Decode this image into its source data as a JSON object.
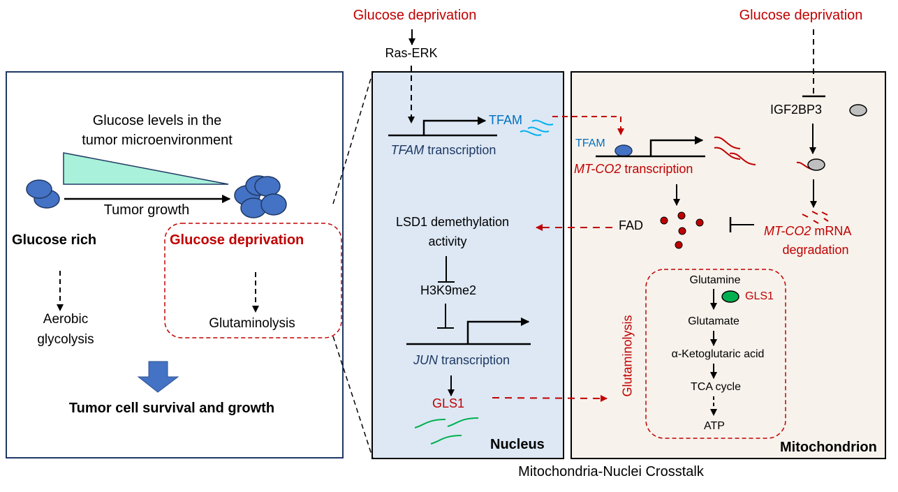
{
  "figure_caption": "Mitochondria-Nuclei Crosstalk",
  "left_panel": {
    "gradient_label_line1": "Glucose levels in the",
    "gradient_label_line2": "tumor microenvironment",
    "arrow_label": "Tumor growth",
    "glucose_rich": {
      "title": "Glucose rich",
      "outcome_line1": "Aerobic",
      "outcome_line2": "glycolysis"
    },
    "glucose_deprivation": {
      "title": "Glucose deprivation",
      "outcome": "Glutaminolysis"
    },
    "conclusion": "Tumor cell survival and growth"
  },
  "nucleus_panel": {
    "label": "Nucleus",
    "upstream_signal": "Glucose deprivation",
    "kinase": "Ras-ERK",
    "tfam_gene_italic": "TFAM",
    "tfam_gene_suffix": " transcription",
    "tfam_product": "TFAM",
    "lsd1_line1": "LSD1 demethylation",
    "lsd1_line2": "activity",
    "histone_mark": "H3K9me2",
    "jun_gene_italic": "JUN",
    "jun_gene_suffix": " transcription",
    "gls1_product": "GLS1"
  },
  "mito_panel": {
    "label": "Mitochondrion",
    "upstream_signal": "Glucose deprivation",
    "rbp": "IGF2BP3",
    "tfam_bound": "TFAM",
    "mtco2_italic": "MT-CO2",
    "mtco2_suffix": " transcription",
    "fad": "FAD",
    "degradation_italic": "MT-CO2",
    "degradation_suffix": " mRNA",
    "degradation_line2": "degradation",
    "glutaminolysis_label": "Glutaminolysis",
    "pathway": [
      "Glutamine",
      "Glutamate",
      "α-Ketoglutaric acid",
      "TCA cycle",
      "ATP"
    ],
    "enzyme": "GLS1"
  },
  "colors": {
    "red": "#c00000",
    "navy": "#1f3864",
    "tfam_blue": "#0070c0",
    "mrna_cyan": "#00b0f0",
    "mrna_green": "#00b050",
    "cell_blue": "#4472c4",
    "gradient_fill": "#a9f1da",
    "nucleus_bg": "#dde8f4",
    "mito_bg": "#f7f2ec"
  }
}
